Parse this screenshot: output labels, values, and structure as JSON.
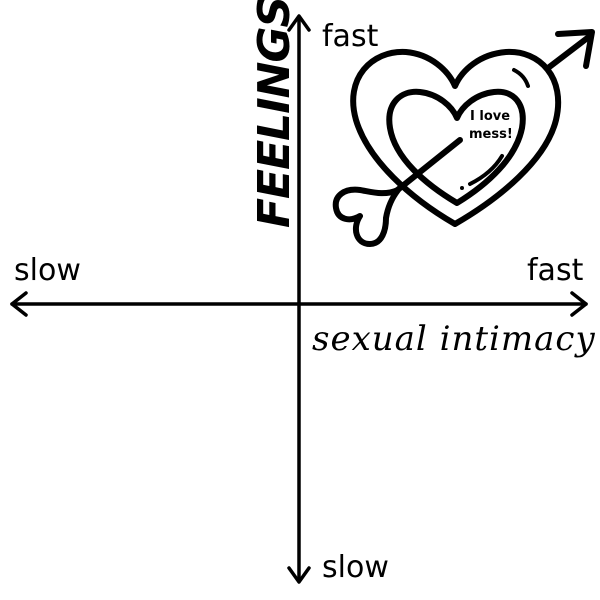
{
  "axes": {
    "y_top_label": "fast",
    "y_bottom_label": "slow",
    "x_left_label": "slow",
    "x_right_label": "fast",
    "y_title": "FEELINGS",
    "x_title": "sexual intimacy"
  },
  "heart": {
    "line1": "I love",
    "line2": "mess!"
  },
  "icons": [
    "heart-with-arrow-icon"
  ],
  "colors": {
    "ink": "#000000",
    "background": "#ffffff"
  }
}
